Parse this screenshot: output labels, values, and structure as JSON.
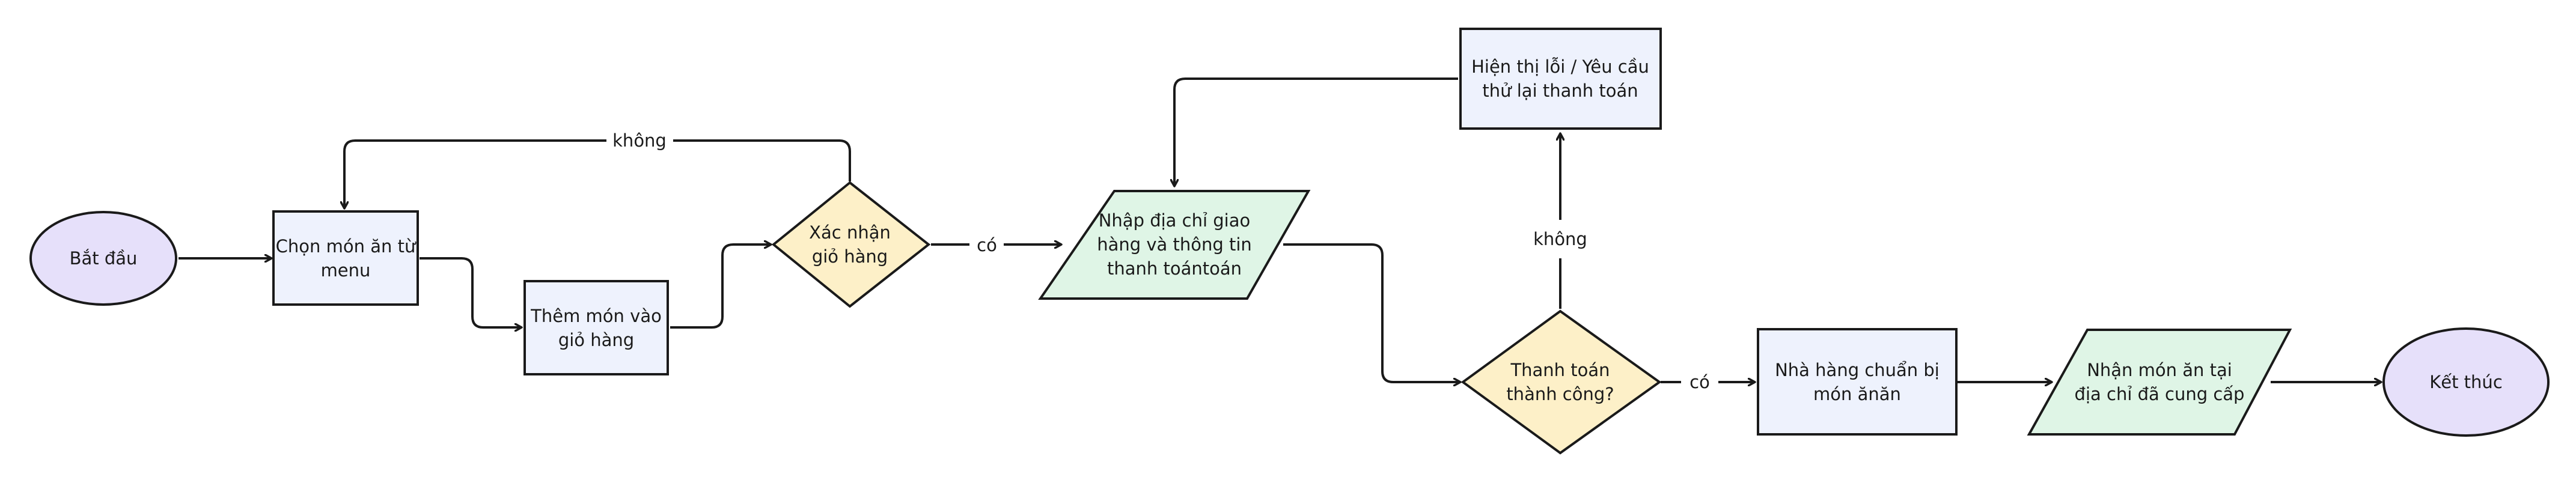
{
  "colors": {
    "terminal_fill": "#e6e0fa",
    "process_fill": "#eef2fd",
    "decision_fill": "#fdf0c8",
    "io_fill": "#dff5e6",
    "stroke": "#1a1a1a",
    "background": "#ffffff"
  },
  "nodes": {
    "start": {
      "lines": [
        "Bắt đầu"
      ]
    },
    "choose_dish": {
      "lines": [
        "Chọn món ăn từ",
        "menu"
      ]
    },
    "add_to_cart": {
      "lines": [
        "Thêm món vào",
        "giỏ hàng"
      ]
    },
    "confirm_cart": {
      "lines": [
        "Xác nhận",
        "giỏ hàng"
      ]
    },
    "enter_address": {
      "lines": [
        "Nhập địa chỉ giao",
        "hàng và thông tin",
        "thanh toántoán"
      ]
    },
    "show_error": {
      "lines": [
        "Hiện thị lỗi / Yêu cầu",
        "thử lại thanh toán"
      ]
    },
    "payment_ok": {
      "lines": [
        "Thanh toán",
        "thành công?"
      ]
    },
    "restaurant_prepare": {
      "lines": [
        "Nhà hàng chuẩn bị",
        "món ănăn"
      ]
    },
    "receive_dish": {
      "lines": [
        "Nhận món ăn tại",
        "địa chỉ đã cung cấp"
      ]
    },
    "end": {
      "lines": [
        "Kết thúc"
      ]
    }
  },
  "edge_labels": {
    "confirm_no": "không",
    "confirm_yes": "có",
    "payment_no": "không",
    "payment_yes": "có"
  }
}
